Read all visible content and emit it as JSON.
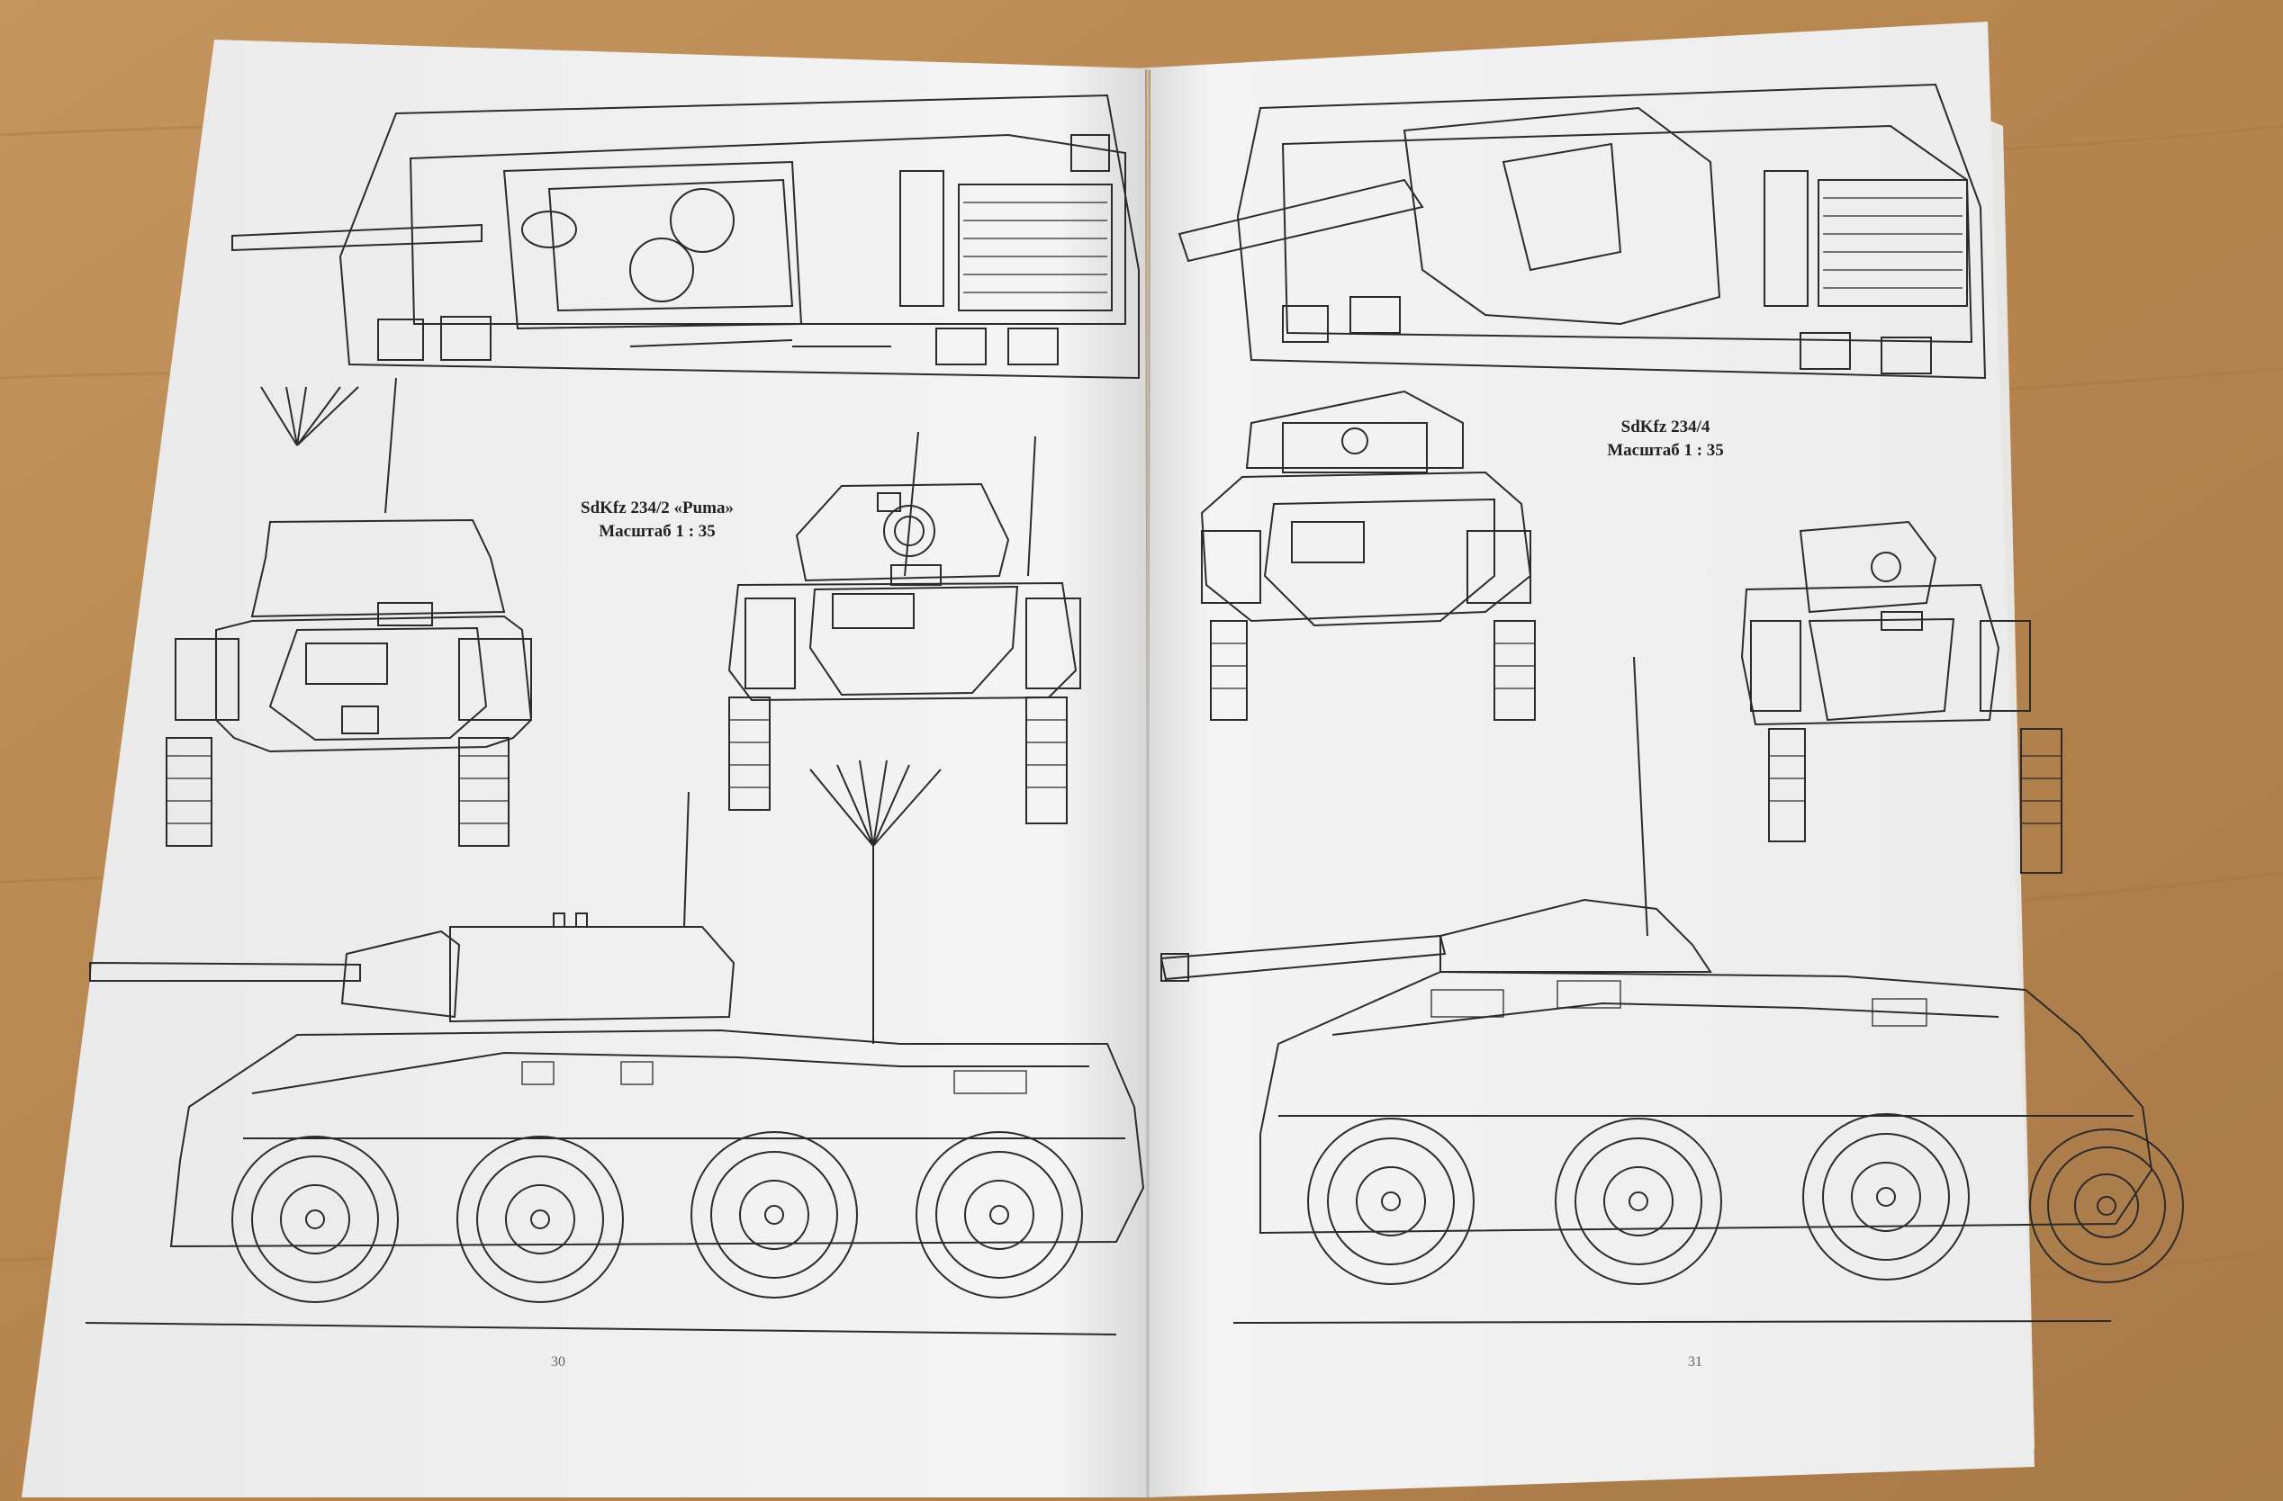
{
  "left_page": {
    "caption_title": "SdKfz 234/2 «Puma»",
    "caption_scale": "Масштаб 1 : 35",
    "page_number": "30"
  },
  "right_page": {
    "caption_title": "SdKfz 234/4",
    "caption_scale": "Масштаб 1 : 35",
    "page_number": "31"
  },
  "colors": {
    "table": "#b98a55",
    "paper": "#f1f1f1",
    "ink": "#2b2b2b"
  }
}
